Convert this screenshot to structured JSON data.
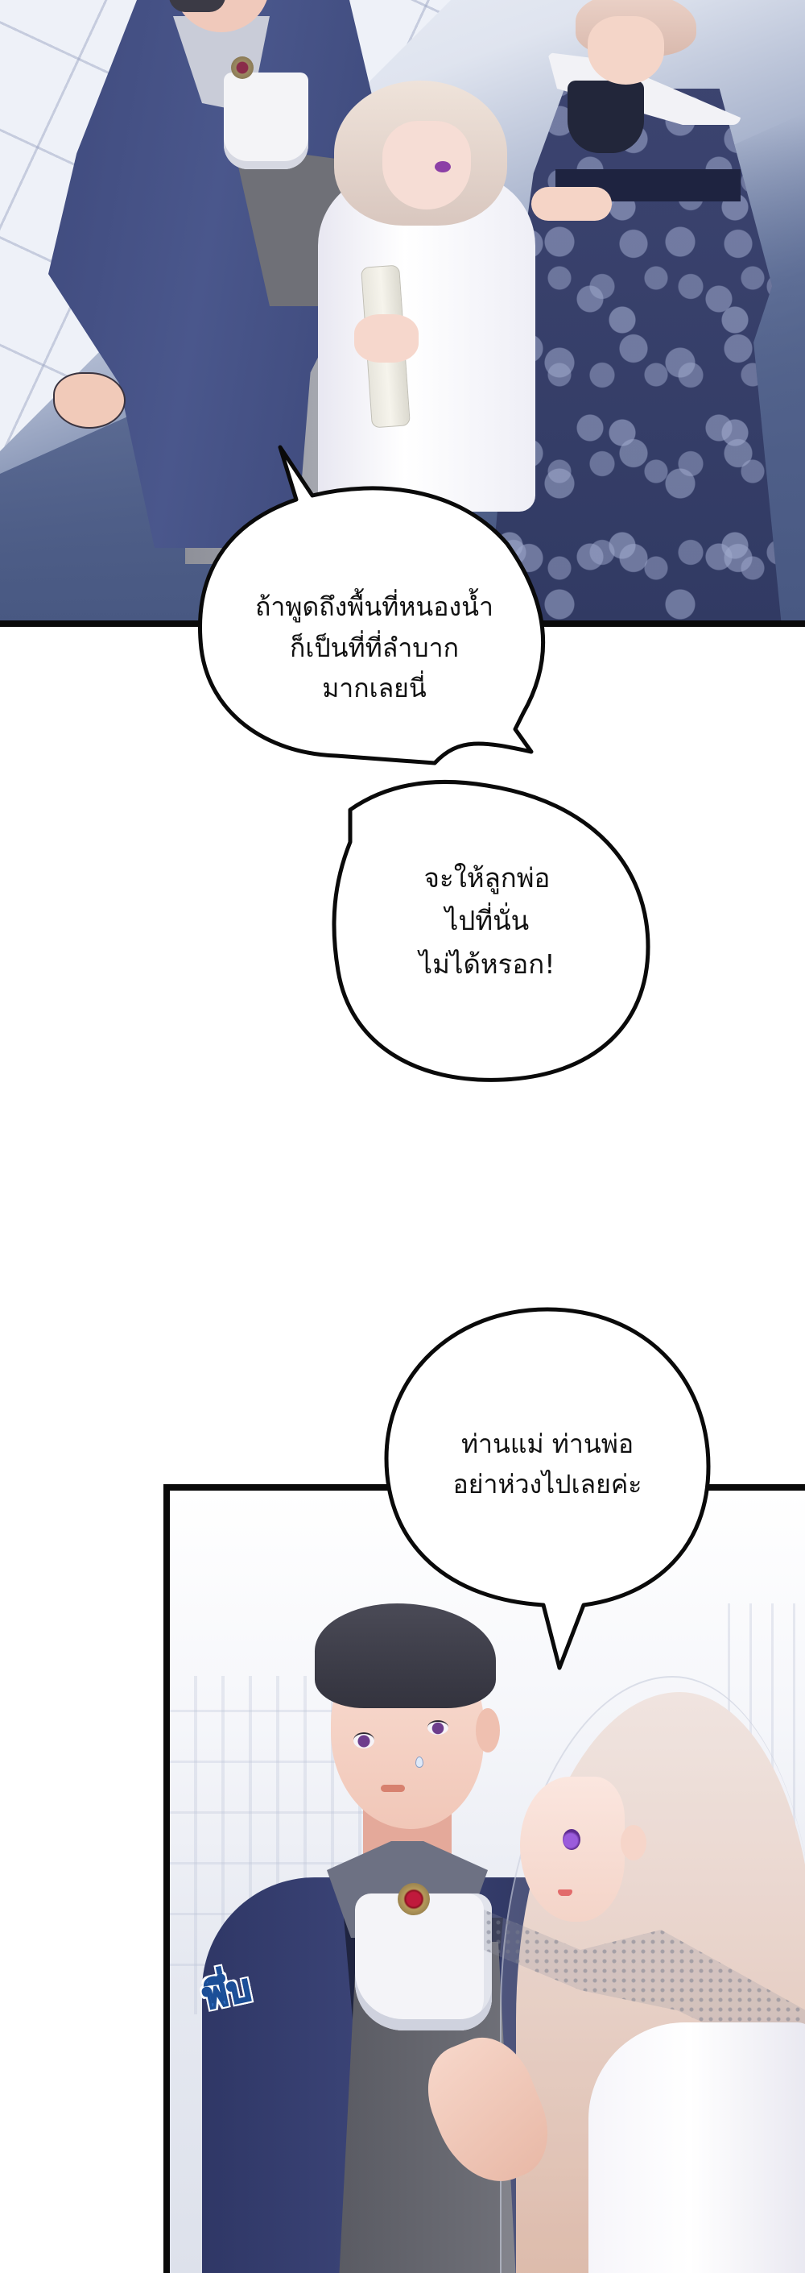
{
  "panels": [
    {
      "id": "panel-1",
      "description": "Father, daughter holding a scroll, and mother standing together on a tiled floor",
      "colors": {
        "background_top": "#eef1f8",
        "background_bottom": "#475a82",
        "border": "#0a0a0a"
      }
    },
    {
      "id": "panel-2",
      "description": "Close-up of the worried father and the daughter in a bridal veil touching his chest",
      "colors": {
        "background": "#f5f6fa",
        "border": "#0a0a0a"
      }
    }
  ],
  "bubbles": [
    {
      "id": "bubble-1",
      "text": "ถ้าพูดถึงพื้นที่หนองน้ำ\nก็เป็นที่ที่ลำบาก\nมากเลยนี่",
      "lines": [
        "ถ้าพูดถึงพื้นที่หนองน้ำ",
        "ก็เป็นที่ที่ลำบาก",
        "มากเลยนี่"
      ]
    },
    {
      "id": "bubble-2",
      "text": "จะให้ลูกพ่อ\nไปที่นั่น\nไม่ได้หรอก!",
      "lines": [
        "จะให้ลูกพ่อ",
        "ไปที่นั่น",
        "ไม่ได้หรอก!"
      ]
    },
    {
      "id": "bubble-3",
      "text": "ท่านแม่ ท่านพ่อ\nอย่าห่วงไปเลยค่ะ",
      "lines": [
        "ท่านแม่ ท่านพ่อ",
        "อย่าห่วงไปเลยค่ะ"
      ]
    }
  ],
  "sfx": {
    "text": "พึ่บ",
    "color": "#2f6fc4"
  }
}
